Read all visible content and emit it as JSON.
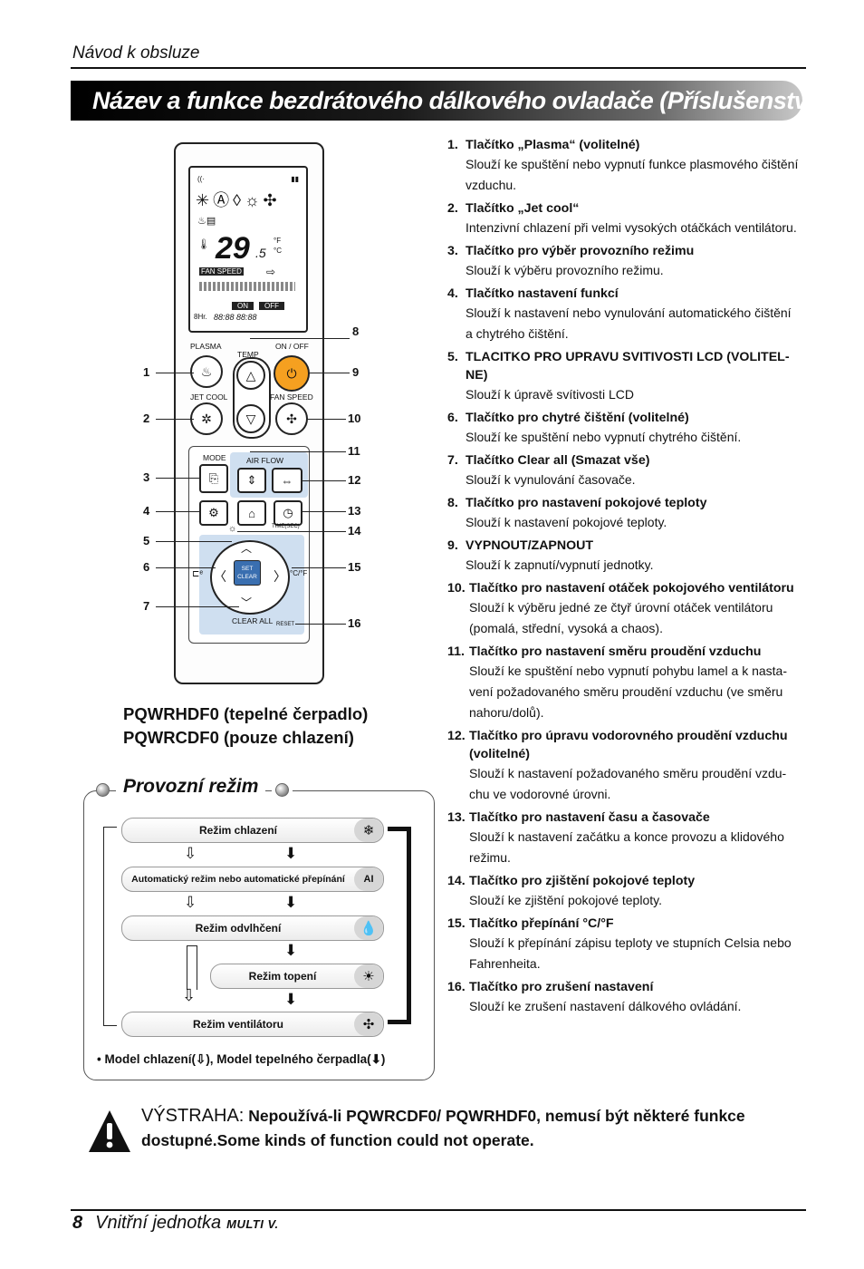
{
  "header": {
    "manual_label": "Návod k obsluze"
  },
  "title": "Název a funkce bezdrátového dálkového ovladače (Příslušenství)",
  "remote": {
    "lcd": {
      "temp_value": "29",
      "temp_decimal": ".5",
      "unit_f": "°F",
      "unit_c": "°C",
      "fan_speed_label": "FAN SPEED",
      "on_label": "ON",
      "off_label": "OFF",
      "timer_hours": "8Hr.",
      "timer_digits": "88:88  88:88"
    },
    "labels": {
      "plasma": "PLASMA",
      "temp": "TEMP",
      "on_off": "ON / OFF",
      "jet_cool": "JET COOL",
      "fan_speed": "FAN SPEED",
      "mode": "MODE",
      "air_flow": "AIR FLOW",
      "time_sec": "TIME(SEC)",
      "set": "SET",
      "clear": "CLEAR",
      "clear_all": "CLEAR ALL",
      "reset": "RESET",
      "cf": "°C/°F"
    },
    "callouts": [
      "1",
      "2",
      "3",
      "4",
      "5",
      "6",
      "7",
      "8",
      "9",
      "10",
      "11",
      "12",
      "13",
      "14",
      "15",
      "16"
    ]
  },
  "models": {
    "line1": "PQWRHDF0 (tepelné čerpadlo)",
    "line2": "PQWRCDF0 (pouze chlazení)"
  },
  "modes": {
    "title": "Provozní režim",
    "items": [
      {
        "label": "Režim chlazení",
        "icon": "snowflake-icon",
        "glyph": "❄"
      },
      {
        "label": "Automatický režim nebo automatické přepínání",
        "icon": "auto-icon",
        "glyph": "AI"
      },
      {
        "label": "Režim odvlhčení",
        "icon": "droplet-icon",
        "glyph": "💧"
      },
      {
        "label": "Režim topení",
        "icon": "sun-icon",
        "glyph": "☀"
      },
      {
        "label": "Režim ventilátoru",
        "icon": "fan-icon",
        "glyph": "✣"
      }
    ],
    "legend_prefix": "• Model chlazení(",
    "legend_mid": "), Model tepelného čerpadla(",
    "legend_suffix": ")"
  },
  "functions": [
    {
      "num": "1.",
      "title": "Tlačítko „Plasma“ (volitelné)",
      "desc": [
        "Slouží ke spuštění nebo vypnutí funkce plasmového čištění",
        "vzduchu."
      ]
    },
    {
      "num": "2.",
      "title": "Tlačítko „Jet cool“",
      "desc": [
        "Intenzivní chlazení při velmi vysokých otáčkách ventilátoru."
      ]
    },
    {
      "num": "3.",
      "title": "Tlačítko pro výběr provozního režimu",
      "desc": [
        "Slouží k výběru provozního režimu."
      ]
    },
    {
      "num": "4.",
      "title": "Tlačítko nastavení funkcí",
      "desc": [
        "Slouží k nastavení nebo vynulování automatického čištění",
        "a chytrého čištění."
      ]
    },
    {
      "num": "5.",
      "title": "TLACITKO PRO UPRAVU SVITIVOSTI LCD (VOLITEL-NE)",
      "desc": [
        "Slouží k úpravě svítivosti LCD"
      ]
    },
    {
      "num": "6.",
      "title": "Tlačítko pro chytré čištění (volitelné)",
      "desc": [
        "Slouží ke spuštění nebo vypnutí chytrého čištění."
      ]
    },
    {
      "num": "7.",
      "title": "Tlačítko Clear all (Smazat vše)",
      "desc": [
        "Slouží k vynulování časovače."
      ]
    },
    {
      "num": "8.",
      "title": "Tlačítko pro nastavení pokojové teploty",
      "desc": [
        "Slouží k nastavení pokojové teploty."
      ]
    },
    {
      "num": "9.",
      "title": "VYPNOUT/ZAPNOUT",
      "desc": [
        "Slouží k zapnutí/vypnutí jednotky."
      ]
    },
    {
      "num": "10.",
      "title": "Tlačítko pro nastavení otáček pokojového ventilátoru",
      "desc": [
        "Slouží k výběru jedné ze čtyř úrovní otáček ventilátoru",
        "(pomalá, střední, vysoká a chaos)."
      ]
    },
    {
      "num": "11.",
      "title": "Tlačítko pro nastavení směru proudění vzduchu",
      "desc": [
        "Slouží ke spuštění nebo vypnutí pohybu lamel a k nasta-",
        "vení požadovaného směru proudění vzduchu (ve směru",
        "nahoru/dolů)."
      ]
    },
    {
      "num": "12.",
      "title": "Tlačítko pro úpravu vodorovného proudění vzduchu (volitelné)",
      "desc": [
        "Slouží k nastavení požadovaného směru proudění vzdu-",
        "chu ve vodorovné úrovni."
      ]
    },
    {
      "num": "13.",
      "title": "Tlačítko pro nastavení času a časovače",
      "desc": [
        "Slouží k nastavení začátku a konce provozu a klidového",
        "režimu."
      ]
    },
    {
      "num": "14.",
      "title": "Tlačítko pro zjištění pokojové teploty",
      "desc": [
        "Slouží ke zjištění pokojové teploty."
      ]
    },
    {
      "num": "15.",
      "title": "Tlačítko přepínání °C/°F",
      "desc": [
        "Slouží k přepínání zápisu teploty ve stupních Celsia nebo",
        "Fahrenheita."
      ]
    },
    {
      "num": "16.",
      "title": "Tlačítko pro zrušení nastavení",
      "desc": [
        "Slouží ke zrušení nastavení dálkového ovládání."
      ]
    }
  ],
  "warning": {
    "label": "VÝSTRAHA:",
    "text": " Nepoužívá-li PQWRCDF0/ PQWRHDF0, nemusí být některé funkce dostupné.Some kinds of function could not operate."
  },
  "footer": {
    "page": "8",
    "section": "Vnitřní jednotka",
    "brand": "MULTI V."
  }
}
